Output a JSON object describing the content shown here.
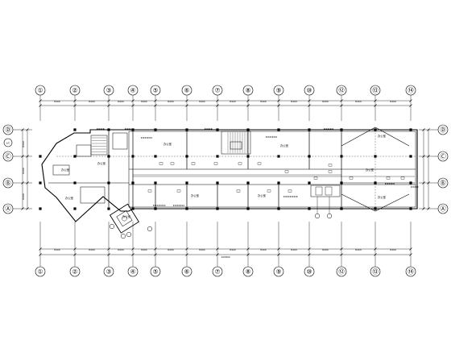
{
  "drawing": {
    "top_axes": [
      "①",
      "②",
      "③",
      "④",
      "⑤",
      "⑥",
      "⑦",
      "⑧",
      "⑨",
      "⑩",
      "⑫",
      "⑬",
      "⑭"
    ],
    "bottom_axes": [
      "①",
      "②",
      "③",
      "④",
      "⑤",
      "⑥",
      "⑦",
      "⑧",
      "⑨",
      "⑩",
      "⑫",
      "⑬",
      "⑭"
    ],
    "left_axes": [
      "Ⓓ",
      "Ⓒ",
      "Ⓑ",
      "Ⓐ"
    ],
    "right_axes": [
      "Ⓓ",
      "Ⓒ",
      "Ⓑ",
      "Ⓐ"
    ],
    "aux_axis_left": "1/C",
    "top_dims": [
      "8400",
      "8400",
      "8400",
      "8400",
      "8400",
      "8400",
      "8400",
      "8400",
      "8400",
      "8400",
      "8400",
      "8400"
    ],
    "top_total": "",
    "bottom_dims": [
      "8400",
      "8400",
      "8400",
      "8400",
      "8400",
      "8400",
      "8400",
      "8400",
      "8400",
      "8400",
      "8400",
      "8400"
    ],
    "bottom_total": "100800",
    "side_dims": [
      "8400",
      "8400",
      "8400"
    ],
    "rooms": [
      "办公室",
      "办公室",
      "办公室",
      "办公室",
      "办公室",
      "办公室",
      "办公室",
      "办公室",
      "办公室",
      "办公室",
      "办公室"
    ]
  }
}
